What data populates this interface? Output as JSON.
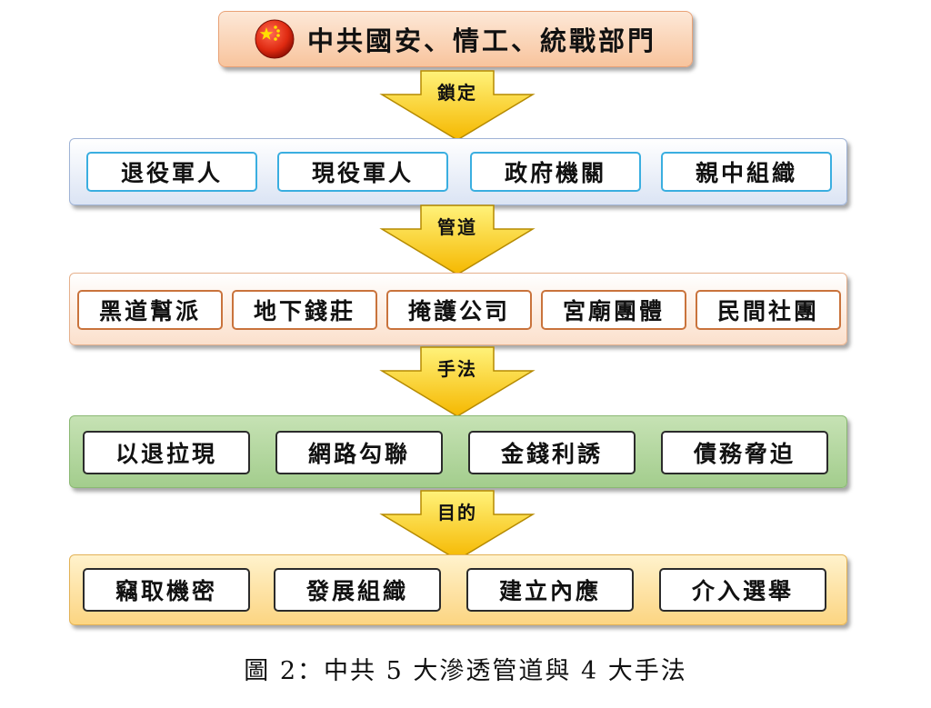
{
  "top": {
    "title": "中共國安、情工、統戰部門",
    "flag_icon": "china-flag-icon"
  },
  "arrows": [
    "鎖定",
    "管道",
    "手法",
    "目的"
  ],
  "rows": [
    {
      "items": [
        "退役軍人",
        "現役軍人",
        "政府機關",
        "親中組織"
      ]
    },
    {
      "items": [
        "黑道幫派",
        "地下錢莊",
        "掩護公司",
        "宮廟團體",
        "民間社團"
      ]
    },
    {
      "items": [
        "以退拉現",
        "網路勾聯",
        "金錢利誘",
        "債務脅迫"
      ]
    },
    {
      "items": [
        "竊取機密",
        "發展組織",
        "建立內應",
        "介入選舉"
      ]
    }
  ],
  "caption": "圖 2：中共 5 大滲透管道與 4 大手法",
  "colors": {
    "top_band": "#f8c49d",
    "blue_band": "#dbe4f4",
    "orange_band": "#fbe0cc",
    "green_band": "#a3cd8d",
    "yellow_band": "#fcd582",
    "arrow": "#f5c400",
    "flag_red": "#de2910",
    "flag_star": "#ffde00"
  }
}
